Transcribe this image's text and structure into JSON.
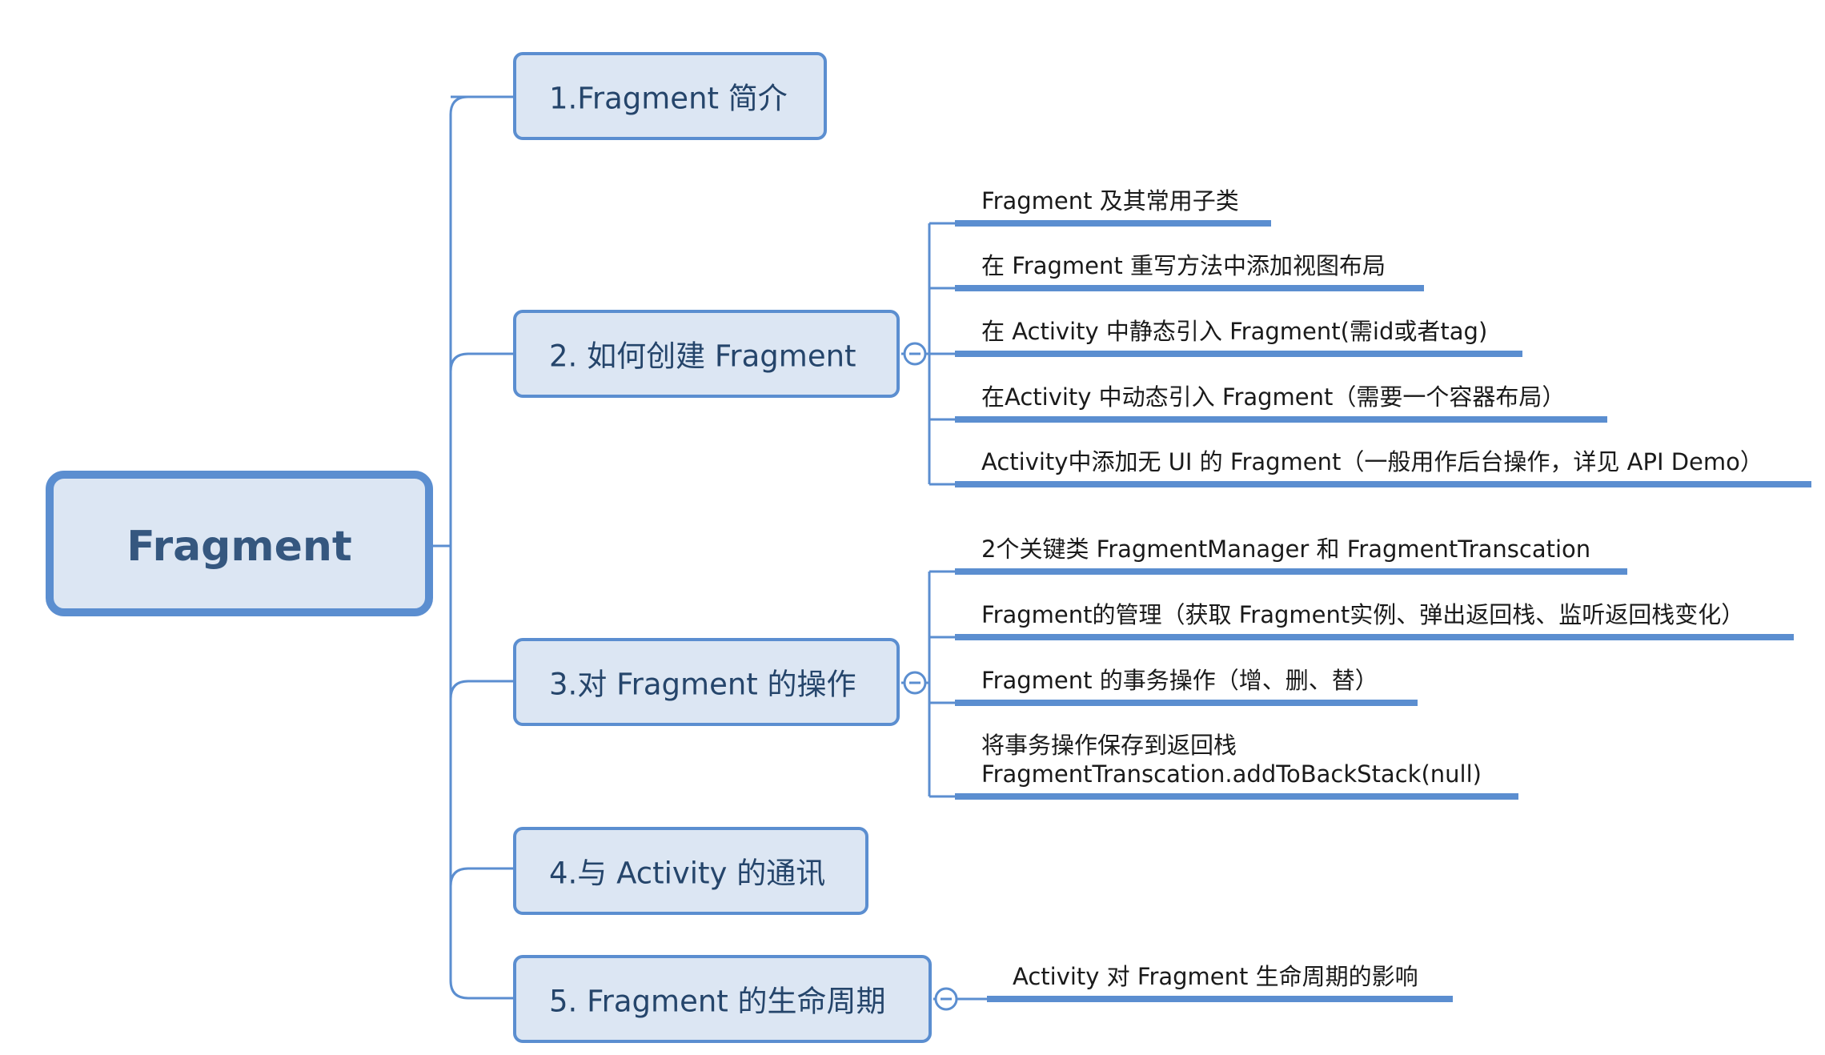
{
  "colors": {
    "connector": "#5b8ed0",
    "node_fill": "#dce6f3",
    "node_border": "#5b8ed0",
    "root_text": "#35577f",
    "branch_text": "#25456b",
    "leaf_text": "#1a1a1a"
  },
  "root": {
    "label": "Fragment"
  },
  "branches": [
    {
      "label": "1.Fragment 简介",
      "collapse_icon": false,
      "leaves": []
    },
    {
      "label": "2. 如何创建 Fragment",
      "collapse_icon": true,
      "leaves": [
        {
          "lines": [
            "Fragment 及其常用子类"
          ]
        },
        {
          "lines": [
            "在 Fragment 重写方法中添加视图布局"
          ]
        },
        {
          "lines": [
            "在 Activity 中静态引入 Fragment(需id或者tag)"
          ]
        },
        {
          "lines": [
            "在Activity 中动态引入 Fragment（需要一个容器布局）"
          ]
        },
        {
          "lines": [
            "Activity中添加无 UI 的 Fragment（一般用作后台操作，详见 API Demo）"
          ]
        }
      ]
    },
    {
      "label": "3.对 Fragment 的操作",
      "collapse_icon": true,
      "leaves": [
        {
          "lines": [
            "2个关键类 FragmentManager 和 FragmentTranscation"
          ]
        },
        {
          "lines": [
            "Fragment的管理（获取 Fragment实例、弹出返回栈、监听返回栈变化）"
          ]
        },
        {
          "lines": [
            "Fragment 的事务操作（增、删、替）"
          ]
        },
        {
          "lines": [
            "将事务操作保存到返回栈",
            "FragmentTranscation.addToBackStack(null)"
          ]
        }
      ]
    },
    {
      "label": "4.与 Activity 的通讯",
      "collapse_icon": false,
      "leaves": []
    },
    {
      "label": "5. Fragment 的生命周期",
      "collapse_icon": true,
      "leaves": [
        {
          "lines": [
            "Activity 对 Fragment 生命周期的影响"
          ]
        }
      ]
    }
  ]
}
